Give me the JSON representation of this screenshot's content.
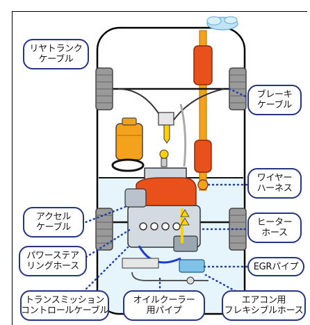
{
  "labels": {
    "rear_trunk": [
      "リヤトランク",
      "ケーブル"
    ],
    "brake": [
      "ブレーキ",
      "ケーブル"
    ],
    "wire_harness": [
      "ワイヤー",
      "ハーネス"
    ],
    "accel": [
      "アクセル",
      "ケーブル"
    ],
    "heater": [
      "ヒーター",
      "ホース"
    ],
    "power_steering": [
      "パワーステア",
      "リングホース"
    ],
    "egr": [
      "EGRパイプ"
    ],
    "transmission": [
      "トランスミッション",
      "コントロールケーブル"
    ],
    "oil_cooler": [
      "オイルクーラー",
      "用パイプ"
    ],
    "aircon": [
      "エアコン用",
      "フレキシブルホース"
    ]
  },
  "colors": {
    "callout_border": "#25357f",
    "leader_line": "#1e3fa8",
    "exhaust": "#f4a21c",
    "muffler": "#e8501c",
    "wheel": "#8a8a8a"
  }
}
